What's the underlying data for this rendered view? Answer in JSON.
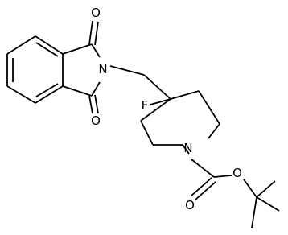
{
  "molecule": {
    "atoms": {
      "o_imide_top": "O",
      "o_imide_bottom": "O",
      "n_imide": "N",
      "fluorine": "F",
      "n_piperidine": "N",
      "o_carbonyl": "O",
      "o_ester": "O"
    }
  },
  "colors": {
    "bond": "#000000",
    "label": "#000000",
    "background": "#ffffff"
  }
}
